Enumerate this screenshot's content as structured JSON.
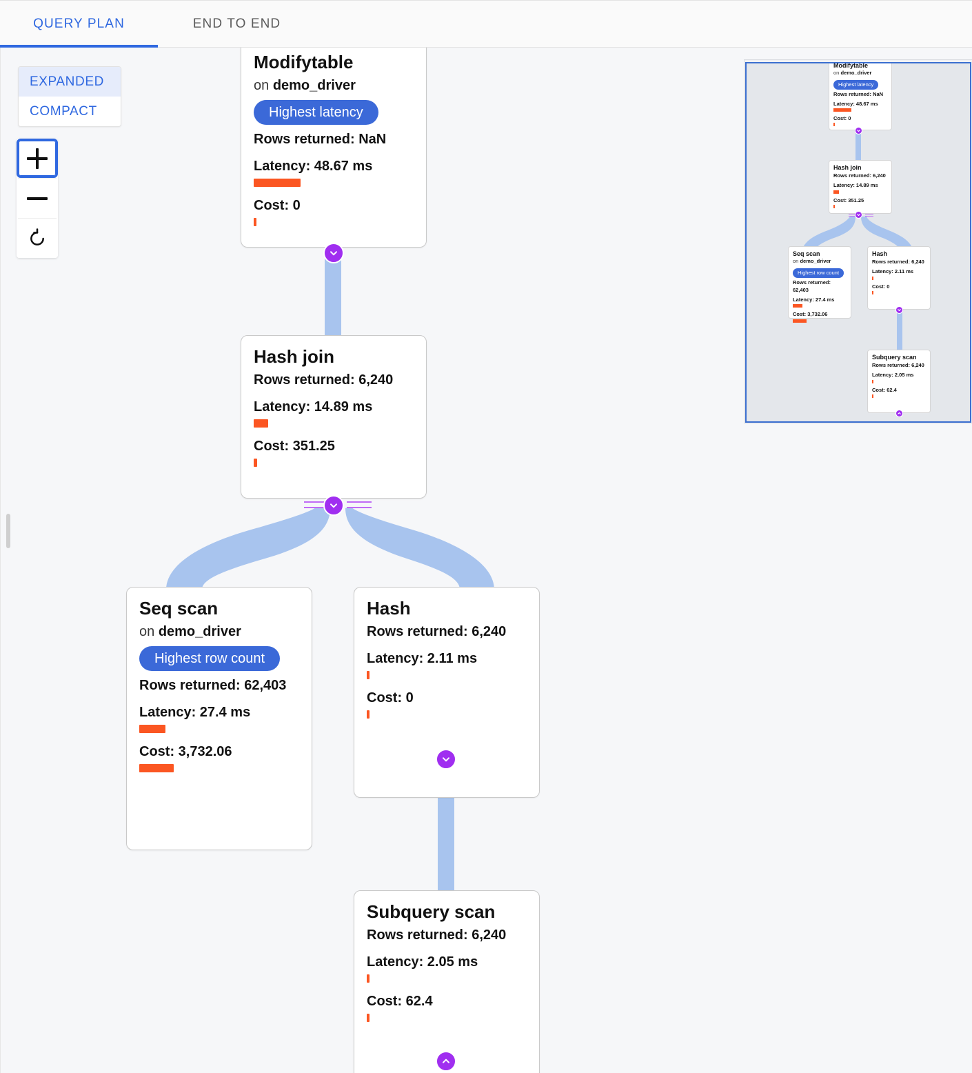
{
  "tabs": [
    {
      "id": "query-plan",
      "label": "QUERY PLAN",
      "active": true
    },
    {
      "id": "end-to-end",
      "label": "END TO END",
      "active": false
    }
  ],
  "view_mode": {
    "options": [
      "EXPANDED",
      "COMPACT"
    ],
    "selected": "EXPANDED"
  },
  "zoom_controls": [
    {
      "name": "zoom-in",
      "glyph": "plus-icon",
      "focused": true
    },
    {
      "name": "zoom-out",
      "glyph": "minus-icon",
      "focused": false
    },
    {
      "name": "reset-view",
      "glyph": "reset-icon",
      "focused": false
    }
  ],
  "colors": {
    "accent_blue": "#2f68e0",
    "badge_blue": "#3b69d8",
    "bar_orange": "#fb5622",
    "toggle_purple": "#a02ef0",
    "edge_blue": "#a8c4ee",
    "canvas_bg": "#f6f7f9",
    "minimap_bg": "#e4e7eb",
    "minimap_border": "#3b6fd0"
  },
  "labels": {
    "rows_returned": "Rows returned:",
    "latency": "Latency:",
    "cost": "Cost:",
    "on_prefix": "on"
  },
  "nodes": [
    {
      "id": "modifytable",
      "title": "Modifytable",
      "relation": "demo_driver",
      "badge": "Highest latency",
      "rows_returned": "Rows returned: NaN",
      "latency": "Latency: 48.67 ms",
      "cost": "Cost: 0",
      "latency_bar_width": 68,
      "cost_bar_width": 4
    },
    {
      "id": "hash-join",
      "title": "Hash join",
      "relation": null,
      "badge": null,
      "rows_returned": "Rows returned: 6,240",
      "latency": "Latency: 14.89 ms",
      "cost": "Cost: 351.25",
      "latency_bar_width": 21,
      "cost_bar_width": 5
    },
    {
      "id": "seq-scan",
      "title": "Seq scan",
      "relation": "demo_driver",
      "badge": "Highest row count",
      "rows_returned": "Rows returned: 62,403",
      "latency": "Latency: 27.4 ms",
      "cost": "Cost: 3,732.06",
      "latency_bar_width": 38,
      "cost_bar_width": 50
    },
    {
      "id": "hash",
      "title": "Hash",
      "relation": null,
      "badge": null,
      "rows_returned": "Rows returned: 6,240",
      "latency": "Latency: 2.11 ms",
      "cost": "Cost: 0",
      "latency_bar_width": 4,
      "cost_bar_width": 4
    },
    {
      "id": "subquery-scan",
      "title": "Subquery scan",
      "relation": null,
      "badge": null,
      "rows_returned": "Rows returned: 6,240",
      "latency": "Latency: 2.05 ms",
      "cost": "Cost: 62.4",
      "latency_bar_width": 4,
      "cost_bar_width": 4
    }
  ],
  "edges": [
    {
      "from": "modifytable",
      "to": "hash-join"
    },
    {
      "from": "hash-join",
      "to": "seq-scan"
    },
    {
      "from": "hash-join",
      "to": "hash"
    },
    {
      "from": "hash",
      "to": "subquery-scan"
    }
  ],
  "toggles": [
    {
      "node": "modifytable",
      "direction": "down"
    },
    {
      "node": "hash-join",
      "direction": "down"
    },
    {
      "node": "hash",
      "direction": "down"
    },
    {
      "node": "subquery-scan",
      "direction": "up"
    }
  ],
  "minimap": {
    "name": "plan-minimap",
    "viewport_visible": true
  }
}
